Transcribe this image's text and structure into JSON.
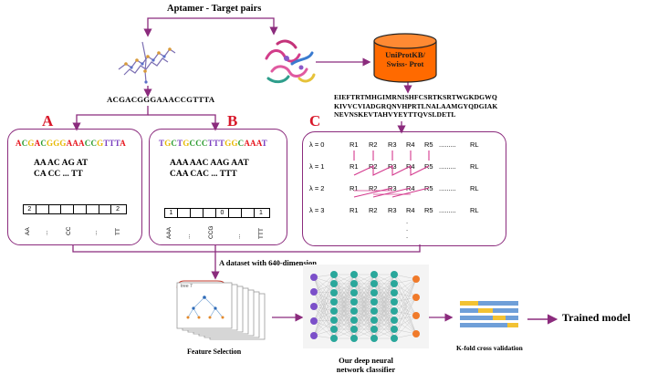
{
  "title": "Aptamer - Target pairs",
  "aptamer_sequence": "ACGACGGGAAACCGTTTA",
  "database": {
    "line1": "UniProtKB/",
    "line2": "Swiss- Prot"
  },
  "protein_sequence": {
    "line1": "EIEFTRTMHGIMRNISHFCSRTKSRTWGKDGWQ",
    "line2": "KIVVCVIADGRQNVHPRTLNALAAMGYQDGIAK",
    "line3": "NEVNSKEVTAHVYEYTTQVSLDETL"
  },
  "panels": {
    "A": {
      "letter": "A",
      "colored_sequence": [
        {
          "t": "A",
          "c": "#e6161e"
        },
        {
          "t": "C",
          "c": "#2a9a2e"
        },
        {
          "t": "G",
          "c": "#e6b800"
        },
        {
          "t": "A",
          "c": "#e6161e"
        },
        {
          "t": "C",
          "c": "#2a9a2e"
        },
        {
          "t": "G",
          "c": "#e6b800"
        },
        {
          "t": "G",
          "c": "#e6b800"
        },
        {
          "t": "G",
          "c": "#e6b800"
        },
        {
          "t": "A",
          "c": "#e6161e"
        },
        {
          "t": "A",
          "c": "#e6161e"
        },
        {
          "t": "A",
          "c": "#e6161e"
        },
        {
          "t": "C",
          "c": "#2a9a2e"
        },
        {
          "t": "C",
          "c": "#2a9a2e"
        },
        {
          "t": "G",
          "c": "#e6b800"
        },
        {
          "t": "T",
          "c": "#7a3fc0"
        },
        {
          "t": "T",
          "c": "#7a3fc0"
        },
        {
          "t": "T",
          "c": "#7a3fc0"
        },
        {
          "t": "A",
          "c": "#e6161e"
        }
      ],
      "kmer_line1": "AA  AC  AG  AT",
      "kmer_line2": "CA  CC   ...   TT",
      "cells": [
        "2",
        "",
        "",
        "",
        "",
        "",
        "",
        "2"
      ],
      "vertical_labels": [
        "AA",
        "...",
        "CC",
        "...",
        "TT"
      ]
    },
    "B": {
      "letter": "B",
      "colored_sequence": [
        {
          "t": "T",
          "c": "#7a3fc0"
        },
        {
          "t": "G",
          "c": "#e6b800"
        },
        {
          "t": "C",
          "c": "#2a9a2e"
        },
        {
          "t": "T",
          "c": "#7a3fc0"
        },
        {
          "t": "G",
          "c": "#e6b800"
        },
        {
          "t": "C",
          "c": "#2a9a2e"
        },
        {
          "t": "C",
          "c": "#2a9a2e"
        },
        {
          "t": "C",
          "c": "#2a9a2e"
        },
        {
          "t": "T",
          "c": "#7a3fc0"
        },
        {
          "t": "T",
          "c": "#7a3fc0"
        },
        {
          "t": "T",
          "c": "#7a3fc0"
        },
        {
          "t": "G",
          "c": "#e6b800"
        },
        {
          "t": "G",
          "c": "#e6b800"
        },
        {
          "t": "C",
          "c": "#2a9a2e"
        },
        {
          "t": "A",
          "c": "#e6161e"
        },
        {
          "t": "A",
          "c": "#e6161e"
        },
        {
          "t": "A",
          "c": "#e6161e"
        },
        {
          "t": "T",
          "c": "#7a3fc0"
        }
      ],
      "kmer_line1": "AAA  AAC  AAG  AAT",
      "kmer_line2": "CAA  CAC   ...    TTT",
      "cells": [
        "1",
        "",
        "",
        "",
        "0",
        "",
        "",
        "1"
      ],
      "vertical_labels": [
        "AAA",
        "...",
        "CCG",
        "...",
        "TTT"
      ]
    },
    "C": {
      "letter": "C",
      "lambdas": [
        "λ = 0",
        "λ = 1",
        "λ = 2",
        "λ = 3"
      ],
      "residues": [
        "R1",
        "R2",
        "R3",
        "R4",
        "R5"
      ],
      "dots": ".........",
      "last": "RL"
    }
  },
  "dataset_label": "A dataset with 640-dimension",
  "feature_selection_label": "Feature Selection",
  "feature_card_label": "tree 7",
  "classifier_label_line1": "Our deep neural",
  "classifier_label_line2": "network classifier",
  "kfold_label": "K-fold cross validation",
  "trained_model_label": "Trained model",
  "colors": {
    "arrow": "#8b2b7d",
    "panel_letter": "#d8182a",
    "database_fill": "#ff6a00",
    "nn_node_purple": "#7b4fc9",
    "nn_node_teal": "#2aa79b",
    "nn_node_orange": "#f07a2a",
    "fold_blue": "#6f9fd8",
    "fold_yellow": "#f2c233"
  }
}
